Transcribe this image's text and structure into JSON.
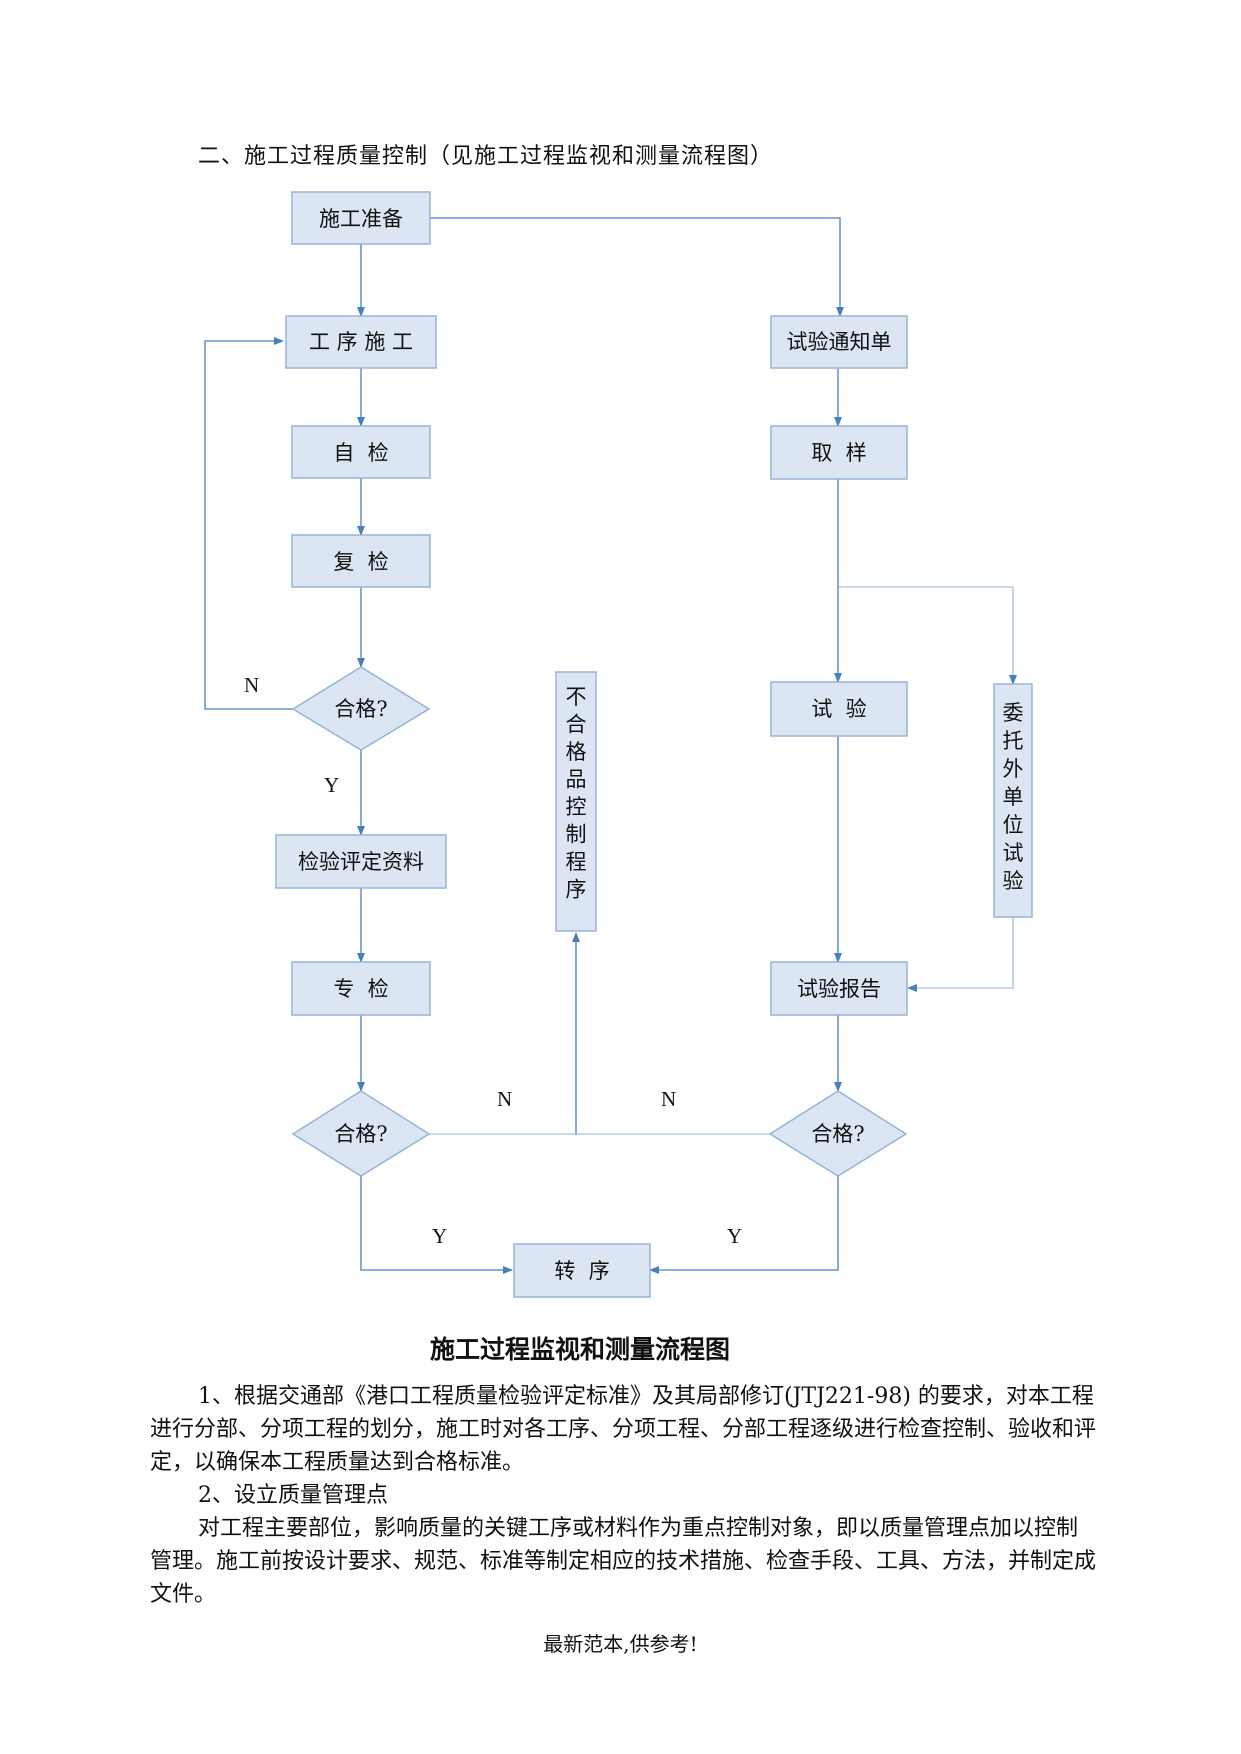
{
  "heading": "二、施工过程质量控制（见施工过程监视和测量流程图）",
  "flow": {
    "prep": "施工准备",
    "process": "工 序 施 工",
    "self_check": "自  检",
    "recheck": "复  检",
    "pass_check_1": "合格?",
    "data": "检验评定资料",
    "special_check": "专  检",
    "pass_check_2": "合格?",
    "next": "转  序",
    "nonconform": "不合格品控制程序",
    "notice": "试验通知单",
    "sampling": "取  样",
    "test": "试  验",
    "entrust": "委托外单位试验",
    "report": "试验报告",
    "pass_check_3": "合格?",
    "n": "N",
    "y": "Y"
  },
  "caption": "施工过程监视和测量流程图",
  "paragraphs": [
    "1、根据交通部《港口工程质量检验评定标准》及其局部修订(JTJ221-98) 的要求，对本工程进行分部、分项工程的划分，施工时对各工序、分项工程、分部工程逐级进行检查控制、验收和评定，以确保本工程质量达到合格标准。",
    "2、设立质量管理点",
    "对工程主要部位，影响质量的关键工序或材料作为重点控制对象，即以质量管理点加以控制管理。施工前按设计要求、规范、标准等制定相应的技术措施、检查手段、工具、方法，并制定成文件。"
  ],
  "footer": "最新范本,供参考!"
}
